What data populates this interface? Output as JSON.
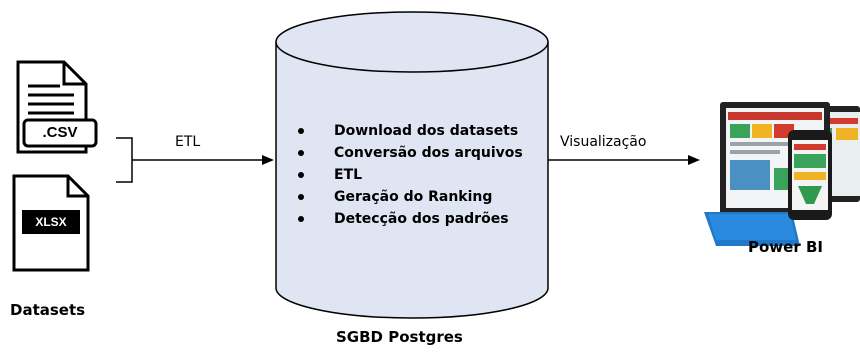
{
  "datasets": {
    "label": "Datasets",
    "files": [
      {
        "tag": ".CSV",
        "icon": "csv-file-icon"
      },
      {
        "tag": "XLSX",
        "icon": "xlsx-file-icon"
      }
    ]
  },
  "etl_label": "ETL",
  "database": {
    "label": "SGBD Postgres",
    "steps": [
      "Download dos datasets",
      "Conversão dos arquivos",
      "ETL",
      "Geração do Ranking",
      "Detecção dos padrões"
    ]
  },
  "visualization_label": "Visualização",
  "powerbi": {
    "label": "Power BI",
    "icon": "power-bi-devices-icon"
  }
}
